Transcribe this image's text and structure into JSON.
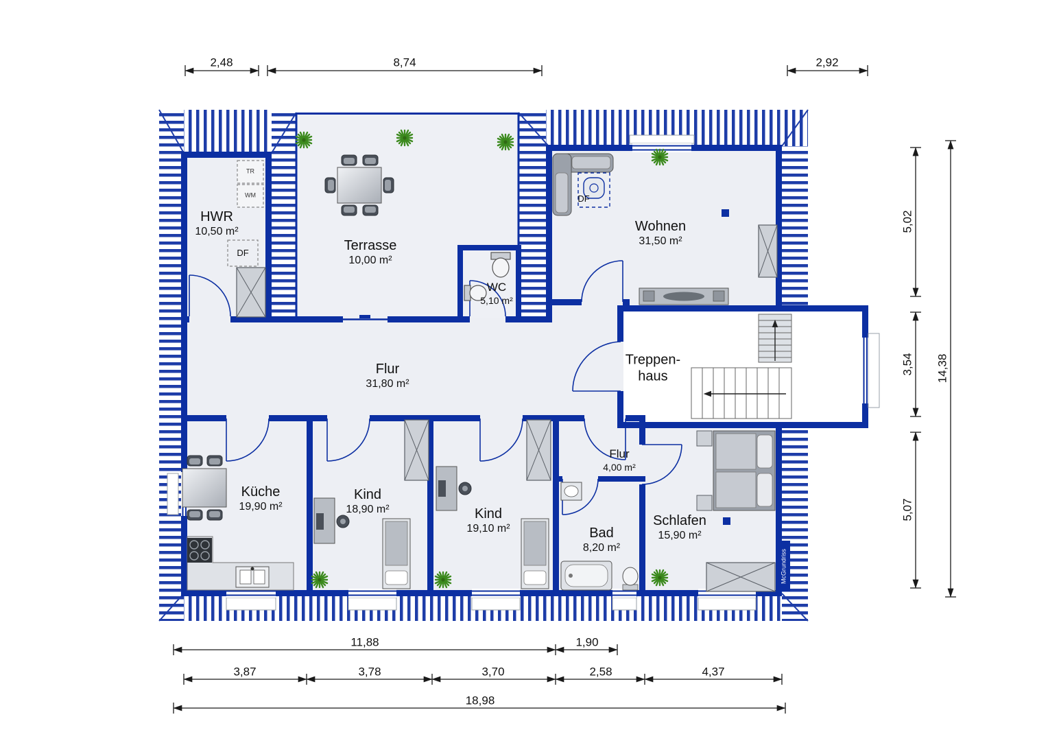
{
  "rooms": {
    "hwr": {
      "name": "HWR",
      "area": "10,50 m²"
    },
    "terrasse": {
      "name": "Terrasse",
      "area": "10,00 m²"
    },
    "wc": {
      "name": "WC",
      "area": "5,10 m²"
    },
    "wohnen": {
      "name": "Wohnen",
      "area": "31,50 m²"
    },
    "flur": {
      "name": "Flur",
      "area": "31,80 m²"
    },
    "treppenhaus": {
      "name_line1": "Treppen-",
      "name_line2": "haus"
    },
    "kueche": {
      "name": "Küche",
      "area": "19,90 m²"
    },
    "kind1": {
      "name": "Kind",
      "area": "18,90 m²"
    },
    "kind2": {
      "name": "Kind",
      "area": "19,10 m²"
    },
    "flur2": {
      "name": "Flur",
      "area": "4,00 m²"
    },
    "bad": {
      "name": "Bad",
      "area": "8,20 m²"
    },
    "schlafen": {
      "name": "Schlafen",
      "area": "15,90 m²"
    }
  },
  "appliances": {
    "tr": "TR",
    "wm": "WM",
    "df": "DF"
  },
  "watermark": "McGrundriss",
  "dimensions": {
    "top": [
      "2,48",
      "8,74",
      "2,92"
    ],
    "right": [
      "5,02",
      "3,54",
      "5,07"
    ],
    "right_total": "14,38",
    "bottom_row1": [
      "11,88",
      "1,90"
    ],
    "bottom_row2": [
      "3,87",
      "3,78",
      "3,70",
      "2,58",
      "4,37"
    ],
    "bottom_total": "18,98"
  },
  "colors": {
    "wall": "#0c2fa2",
    "hatch": "#1e3da8",
    "floor": "#edeff4",
    "plant": "#3c8a1e",
    "accent_square": "#0c2fa2"
  }
}
